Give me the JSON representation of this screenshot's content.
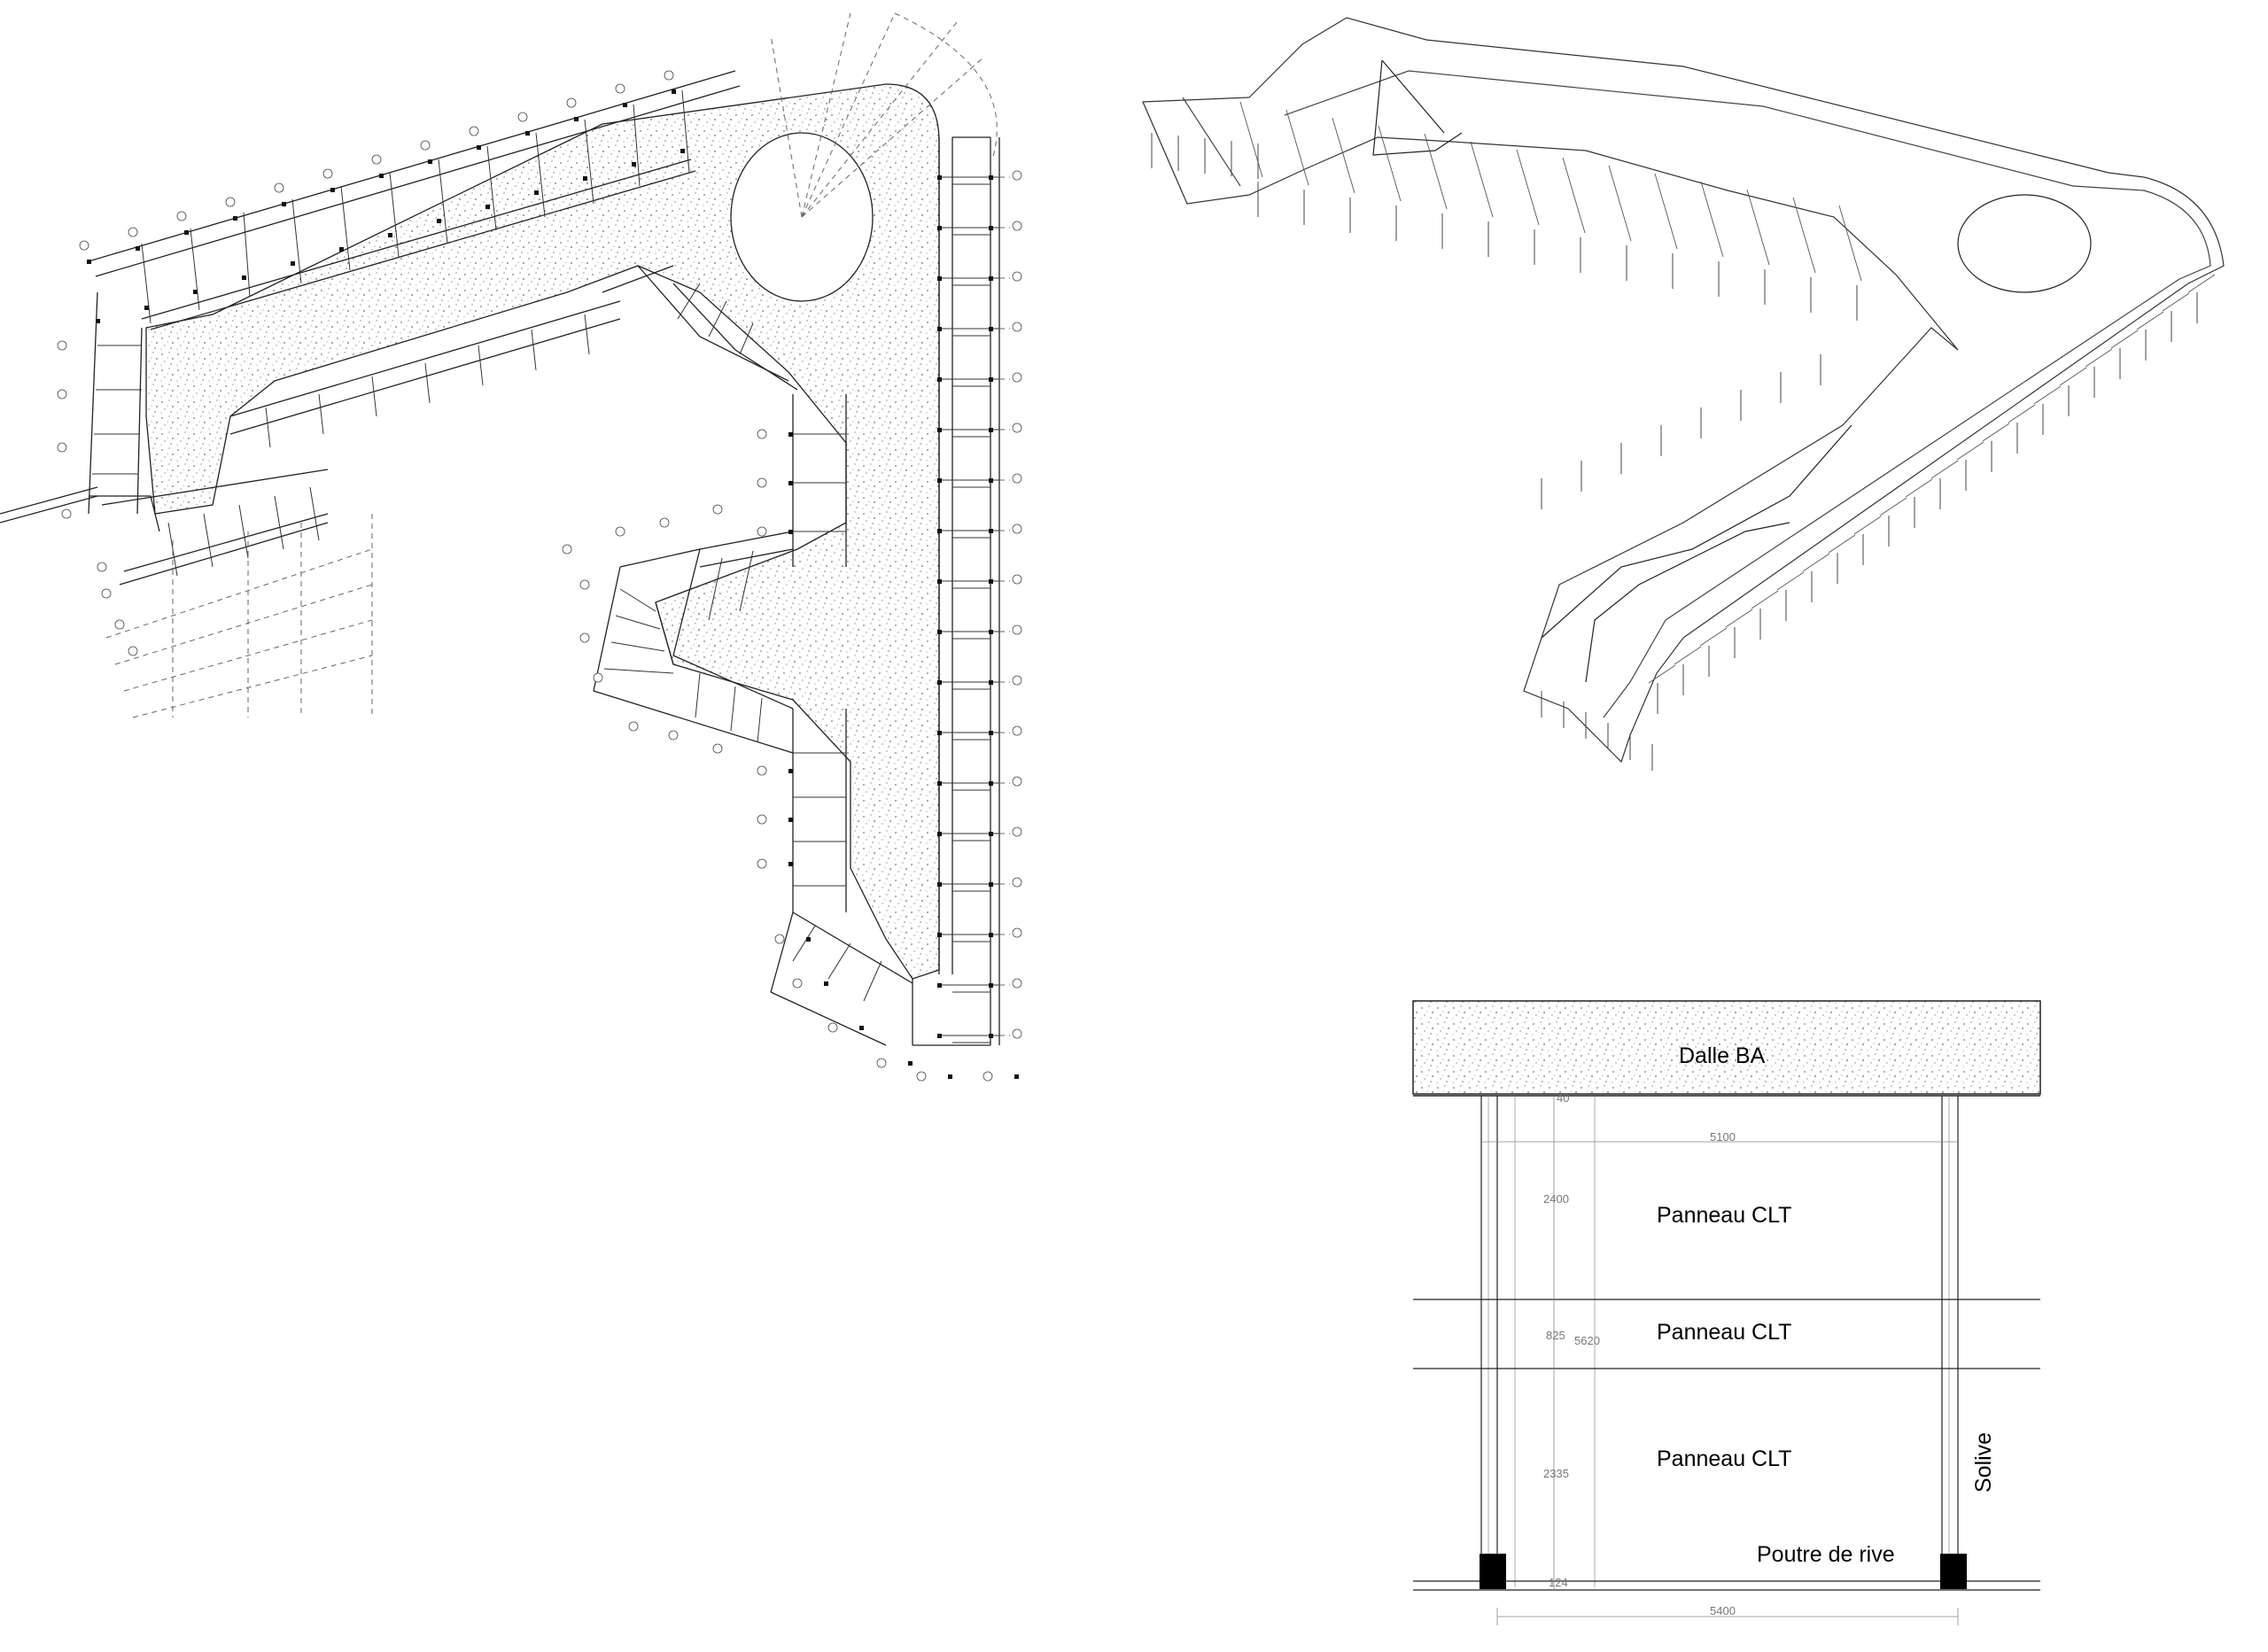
{
  "section": {
    "slab_label": "Dalle BA",
    "panel_labels": [
      "Panneau CLT",
      "Panneau CLT",
      "Panneau CLT"
    ],
    "joist_label": "Solive",
    "edge_beam_label": "Poutre de rive",
    "dimensions": {
      "top_width": "5100",
      "bottom_width": "5400",
      "panel1_height": "2400",
      "panel2_height": "825",
      "panel3_height": "2335",
      "total_height": "5620",
      "top_small": "40",
      "bottom_small": "124"
    }
  }
}
